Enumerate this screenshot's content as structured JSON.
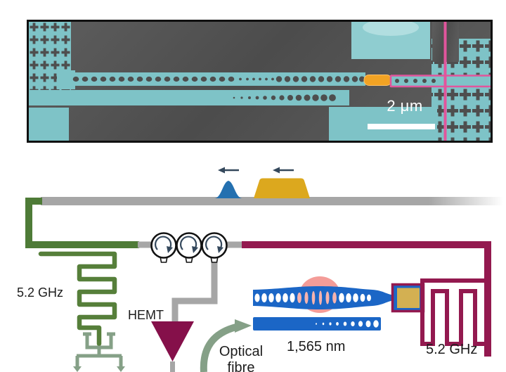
{
  "colors": {
    "ink": "#1c1c1c",
    "gray_line": "#a6a6a6",
    "green": "#4e7b37",
    "green2": "#567f3a",
    "sage": "#85a087",
    "maroon": "#93194f",
    "maroon_dark": "#85104a",
    "blue": "#1b66c6",
    "blue_pulse": "#2470b0",
    "gold": "#dca81e",
    "tan": "#d3b052",
    "pink_mode": "#f49c98",
    "pink_hole": "#f7b3ae",
    "arrow_dark": "#34485c",
    "sem_teal": "#7ec3c7",
    "sem_teal_light": "#8fcdd0",
    "sem_bg": "#575757",
    "sem_hole": "#4e4e4e",
    "sem_orange": "#f2a324",
    "sem_pink": "#e1559c"
  },
  "sem": {
    "scale_label": "2 μm"
  },
  "schematic": {
    "labels": {
      "resonator_freq": "5.2 GHz",
      "amplifier": "HEMT",
      "fibre": "Optical fibre",
      "wavelength": "1,565 nm",
      "idt_freq": "5.2 GHz"
    }
  },
  "icons": {
    "circulator-icon": "circle with clockwise arrow",
    "hemt-amplifier-icon": "downward triangle",
    "meander-resonator-icon": "serpentine line",
    "idt-icon": "square-wave comb",
    "optical-fibre-arrow-icon": "curved arrow",
    "pulse-direction-arrow-icon": "←"
  }
}
